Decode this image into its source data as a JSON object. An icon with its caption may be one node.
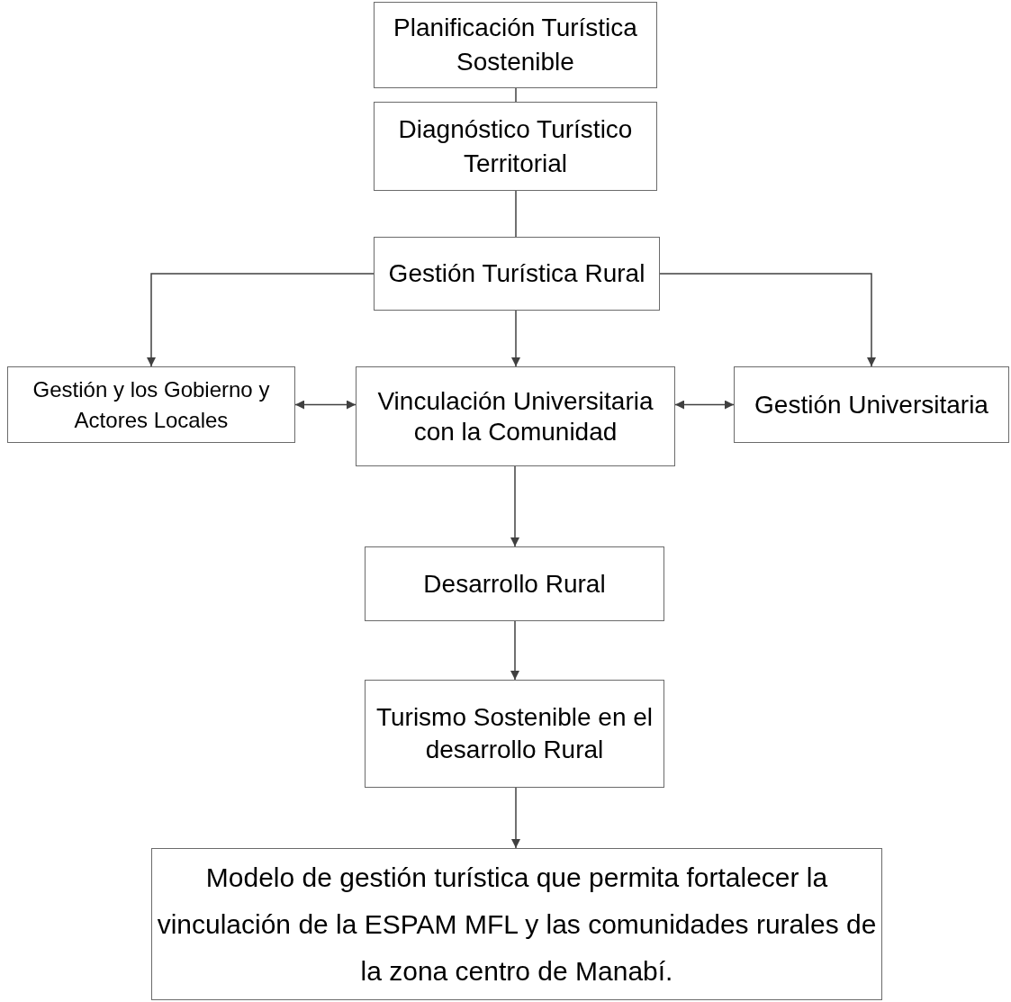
{
  "diagram": {
    "nodes": [
      {
        "text": [
          "Planificación Turística Sostenible"
        ]
      },
      {
        "text": [
          "Diagnóstico Turístico Territorial"
        ]
      },
      {
        "text": [
          "Gestión Turística Rural"
        ]
      },
      {
        "text": [
          "Vinculación Universitaria con la Comunidad"
        ]
      },
      {
        "text": [
          "Gestión y los Gobierno y Actores Locales"
        ]
      },
      {
        "text": [
          "Gestión Universitaria"
        ]
      },
      {
        "text": [
          "Desarrollo Rural"
        ]
      },
      {
        "text": [
          "Turismo Sostenible en el desarrollo Rural"
        ]
      },
      {
        "text": [
          "Modelo de gestión turística que permita fortalecer la vinculación de la ESPAM MFL y las comunidades rurales de la zona centro de Manabí."
        ]
      }
    ],
    "edges": [
      {
        "from": 0,
        "to": 1,
        "arrow": "none"
      },
      {
        "from": 1,
        "to": 2,
        "arrow": "none"
      },
      {
        "from": 2,
        "to": 3,
        "arrow": "to"
      },
      {
        "from": 2,
        "to": 4,
        "arrow": "to"
      },
      {
        "from": 2,
        "to": 5,
        "arrow": "to"
      },
      {
        "from": 3,
        "to": 4,
        "arrow": "both"
      },
      {
        "from": 3,
        "to": 5,
        "arrow": "both"
      },
      {
        "from": 3,
        "to": 6,
        "arrow": "to"
      },
      {
        "from": 6,
        "to": 7,
        "arrow": "to"
      },
      {
        "from": 7,
        "to": 8,
        "arrow": "to"
      }
    ]
  }
}
